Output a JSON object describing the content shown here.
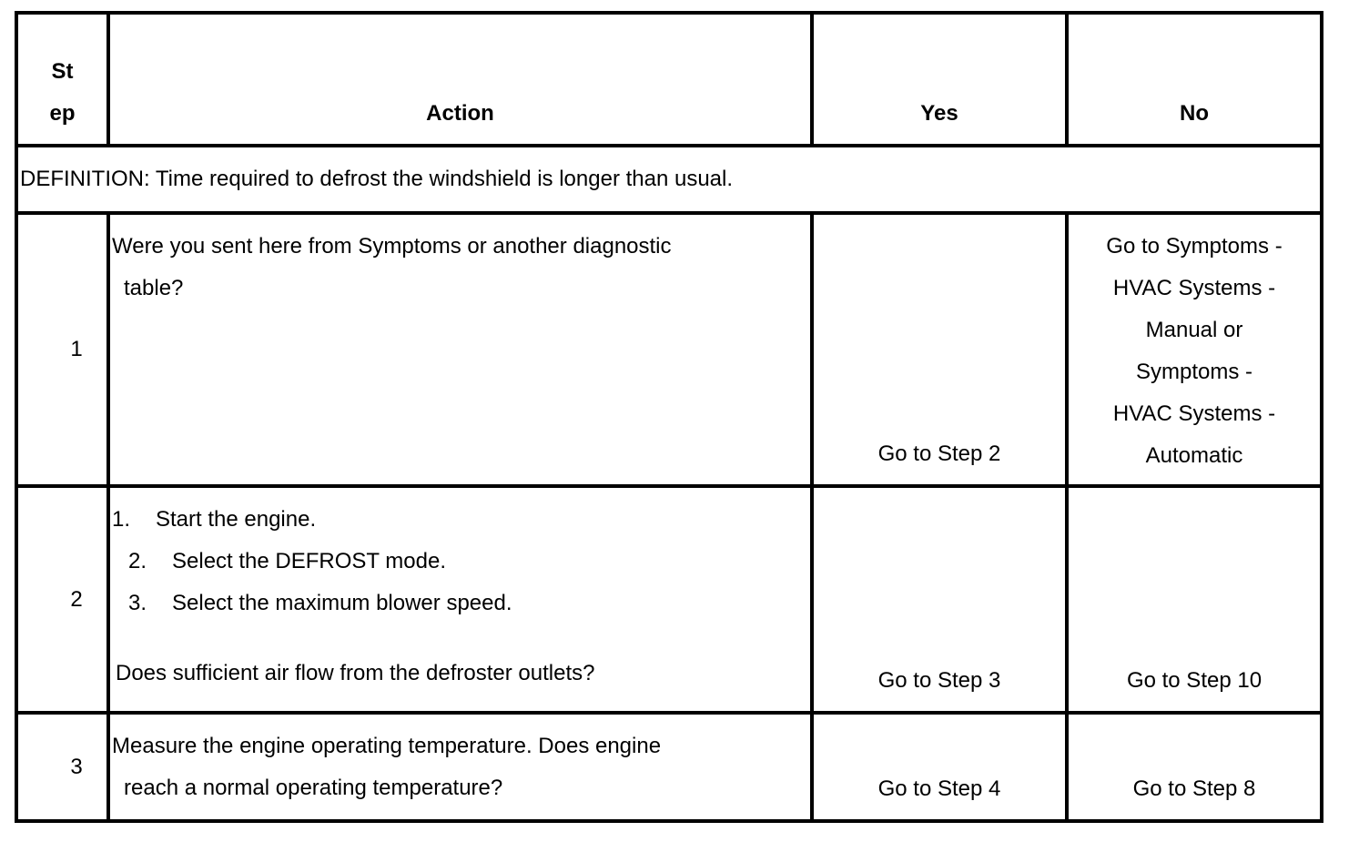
{
  "table": {
    "headers": {
      "step_line1": "St",
      "step_line2": "ep",
      "action": "Action",
      "yes": "Yes",
      "no": "No"
    },
    "definition": "DEFINITION: Time required to defrost the windshield is longer than usual.",
    "rows": [
      {
        "step": "1",
        "action_lines": [
          "Were you sent here from Symptoms or another diagnostic",
          "table?"
        ],
        "yes": "Go to Step 2",
        "no_lines": [
          "Go to Symptoms -",
          "HVAC Systems -",
          "Manual or",
          "Symptoms -",
          "HVAC Systems -",
          "Automatic"
        ]
      },
      {
        "step": "2",
        "action_list": [
          {
            "num": "1.",
            "text": "Start the engine."
          },
          {
            "num": "2.",
            "text": "Select the DEFROST mode."
          },
          {
            "num": "3.",
            "text": "Select the maximum blower speed."
          }
        ],
        "action_question": "Does sufficient air flow from the defroster outlets?",
        "yes": "Go to Step 3",
        "no": "Go to Step 10"
      },
      {
        "step": "3",
        "action_lines": [
          "Measure the engine operating temperature. Does engine",
          "reach a normal operating temperature?"
        ],
        "yes": "Go to Step 4",
        "no": "Go to Step 8"
      }
    ]
  }
}
